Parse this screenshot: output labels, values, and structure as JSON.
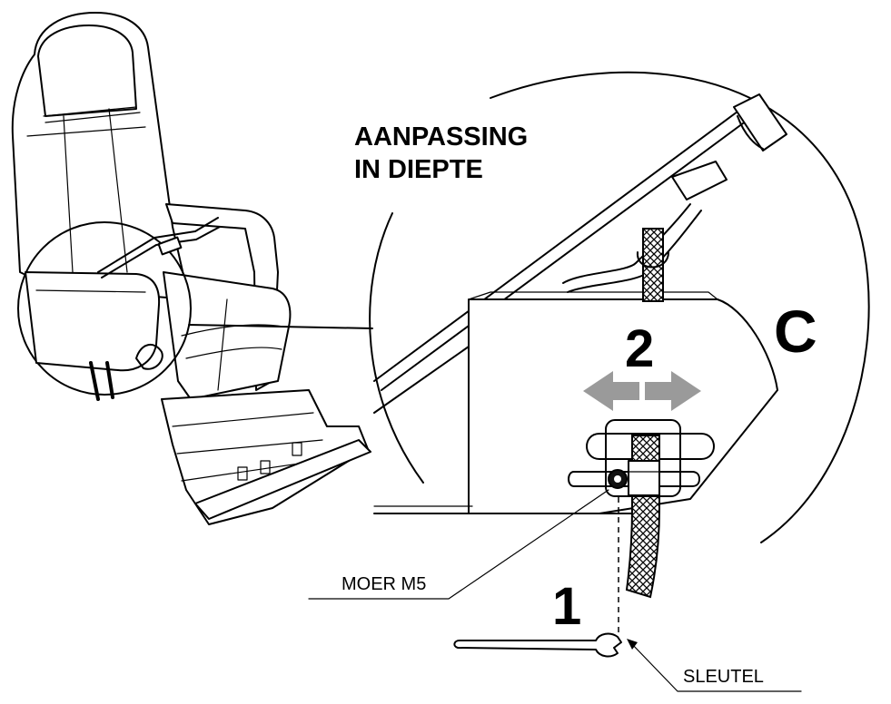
{
  "title": {
    "line1": "AANPASSING",
    "line2": "IN DIEPTE"
  },
  "detail_label": "C",
  "steps": {
    "step1": "1",
    "step2": "2"
  },
  "callouts": {
    "nut": "MOER M5",
    "wrench": "SLEUTEL"
  },
  "colors": {
    "line": "#000000",
    "arrow": "#9a9a9a",
    "background": "#ffffff"
  },
  "icons": {
    "adjust_arrow": "double-horizontal-arrow",
    "tool": "wrench-icon",
    "fastener": "nut-icon"
  }
}
